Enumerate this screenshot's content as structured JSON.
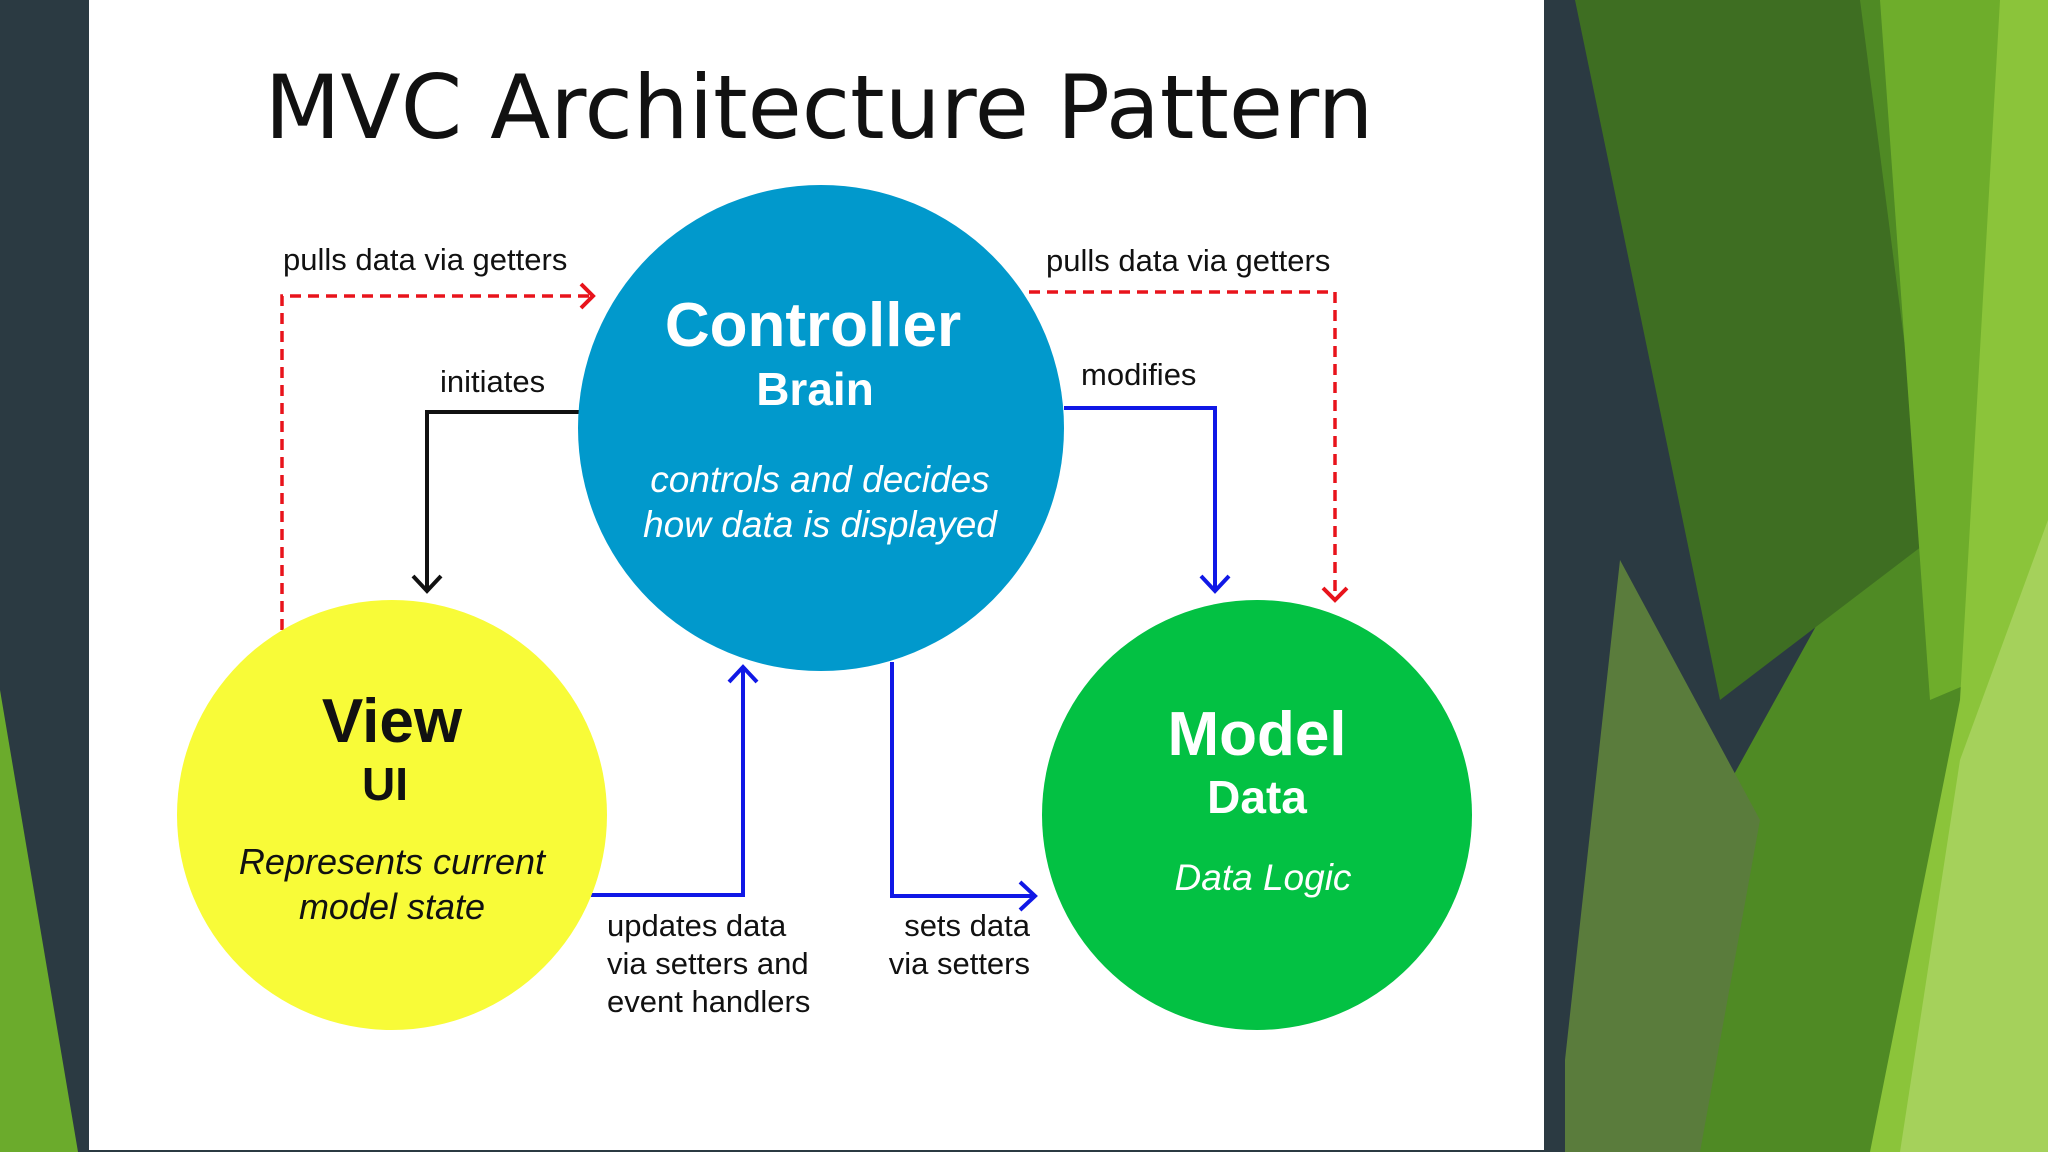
{
  "title": "MVC Architecture Pattern",
  "colors": {
    "controller": "#0199cc",
    "view": "#f8fb38",
    "model": "#03c143",
    "getter_arrow": "#e8131b",
    "setter_arrow": "#1018e6",
    "initiate_arrow": "#111111",
    "background_dark": "#2b3a42",
    "background_green": "#6bab2c"
  },
  "nodes": {
    "controller": {
      "name": "Controller",
      "role": "Brain",
      "desc_line1": "controls and decides",
      "desc_line2": "how data is displayed"
    },
    "view": {
      "name": "View",
      "role": "UI",
      "desc_line1": "Represents current",
      "desc_line2": "model state"
    },
    "model": {
      "name": "Model",
      "role": "Data",
      "desc_line1": "Data Logic"
    }
  },
  "edges": {
    "view_pulls": {
      "label": "pulls data via getters",
      "from": "View",
      "to": "Controller",
      "style": "dashed"
    },
    "model_pulls": {
      "label": "pulls data via getters",
      "from": "Controller",
      "to": "Model",
      "style": "dashed"
    },
    "initiates": {
      "label": "initiates",
      "from": "Controller",
      "to": "View",
      "style": "solid"
    },
    "modifies": {
      "label": "modifies",
      "from": "Controller",
      "to": "Model",
      "style": "solid"
    },
    "updates": {
      "line1": "updates data",
      "line2": "via setters and",
      "line3": "event handlers",
      "from": "View",
      "to": "Controller",
      "style": "solid"
    },
    "sets": {
      "line1": "sets data",
      "line2": "via setters",
      "from": "Controller",
      "to": "Model",
      "style": "solid"
    }
  }
}
